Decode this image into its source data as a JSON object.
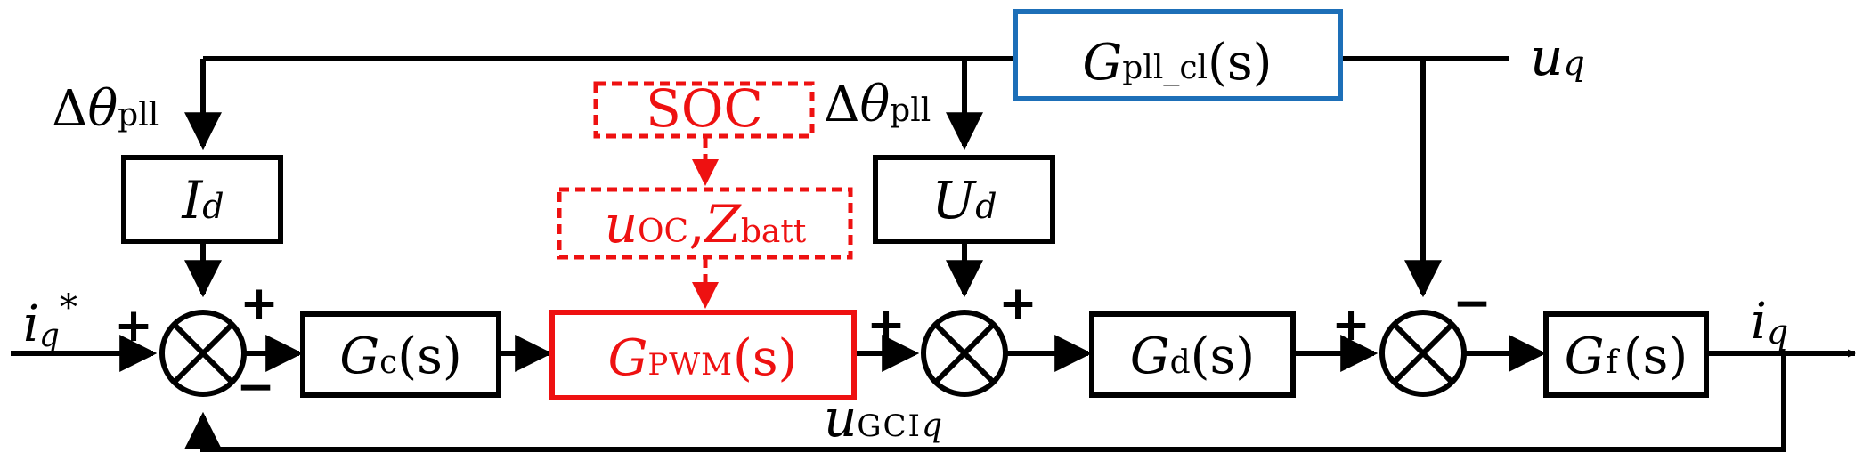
{
  "colors": {
    "line": "#000000",
    "pwm": "#ee1111",
    "pll": "#1d6fb8"
  },
  "blocks": {
    "pll_cl": {
      "main": "G",
      "sub": "pll_cl",
      "arg": "(s)"
    },
    "id": {
      "main": "I",
      "sub": "d"
    },
    "soc": {
      "label": "SOC"
    },
    "uoc_zbatt": {
      "u": "u",
      "u_sub": "OC",
      "sep": ",",
      "z": "Z",
      "z_sub": "batt"
    },
    "ud": {
      "main": "U",
      "sub": "d"
    },
    "gc": {
      "main": "G",
      "sub": "c",
      "arg": "(s)"
    },
    "gpwm": {
      "main": "G",
      "sub": "PWM",
      "arg": "(s)"
    },
    "gd": {
      "main": "G",
      "sub": "d",
      "arg": "(s)"
    },
    "gf": {
      "main": "G",
      "sub": "f",
      "arg": "(s)"
    }
  },
  "signals": {
    "dtheta_left": {
      "delta": "Δ",
      "theta": "θ",
      "sub": "pll"
    },
    "dtheta_mid": {
      "delta": "Δ",
      "theta": "θ",
      "sub": "pll"
    },
    "uq": {
      "main": "u",
      "sub": "q"
    },
    "iq_ref": {
      "main": "i",
      "sub": "q",
      "sup": "*"
    },
    "iq_out": {
      "main": "i",
      "sub": "q"
    },
    "ugciq": {
      "main": "u",
      "sub": "GCI",
      "sub2": "q"
    }
  },
  "signs": {
    "s1_left": "+",
    "s1_top": "+",
    "s1_bottom": "−",
    "s2_left": "+",
    "s2_top": "+",
    "s3_left": "+",
    "s3_top": "−"
  }
}
